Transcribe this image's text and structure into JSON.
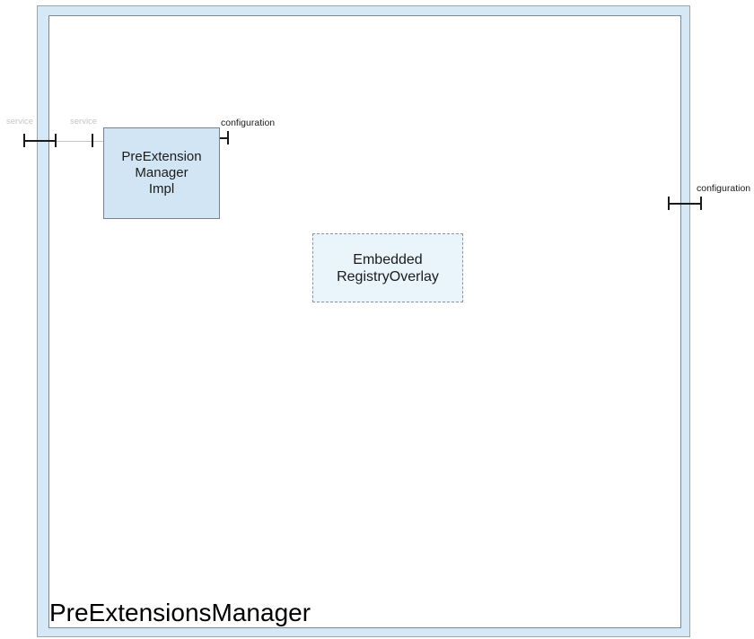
{
  "frame": {
    "title": "PreExtensionsManager"
  },
  "components": {
    "impl": {
      "line1": "PreExtension",
      "line2": "Manager",
      "line3": "Impl"
    },
    "overlay": {
      "line1": "Embedded",
      "line2": "RegistryOverlay"
    }
  },
  "ports": {
    "service_frame": {
      "label": "service"
    },
    "service_impl": {
      "label": "service"
    },
    "configuration_impl": {
      "label": "configuration"
    },
    "configuration_frame": {
      "label": "configuration"
    }
  },
  "colors": {
    "frame_band": "#d6e8f6",
    "frame_border": "#99a5ae",
    "inner_border": "#7b8893",
    "component_fill": "#d2e5f4",
    "component_border": "#76828e",
    "overlay_fill": "#e9f4fb",
    "overlay_border": "#8d959c",
    "port_line": "#1a1a1a",
    "connector_line": "#c6c6c6",
    "muted_label": "#c6c6c6"
  }
}
